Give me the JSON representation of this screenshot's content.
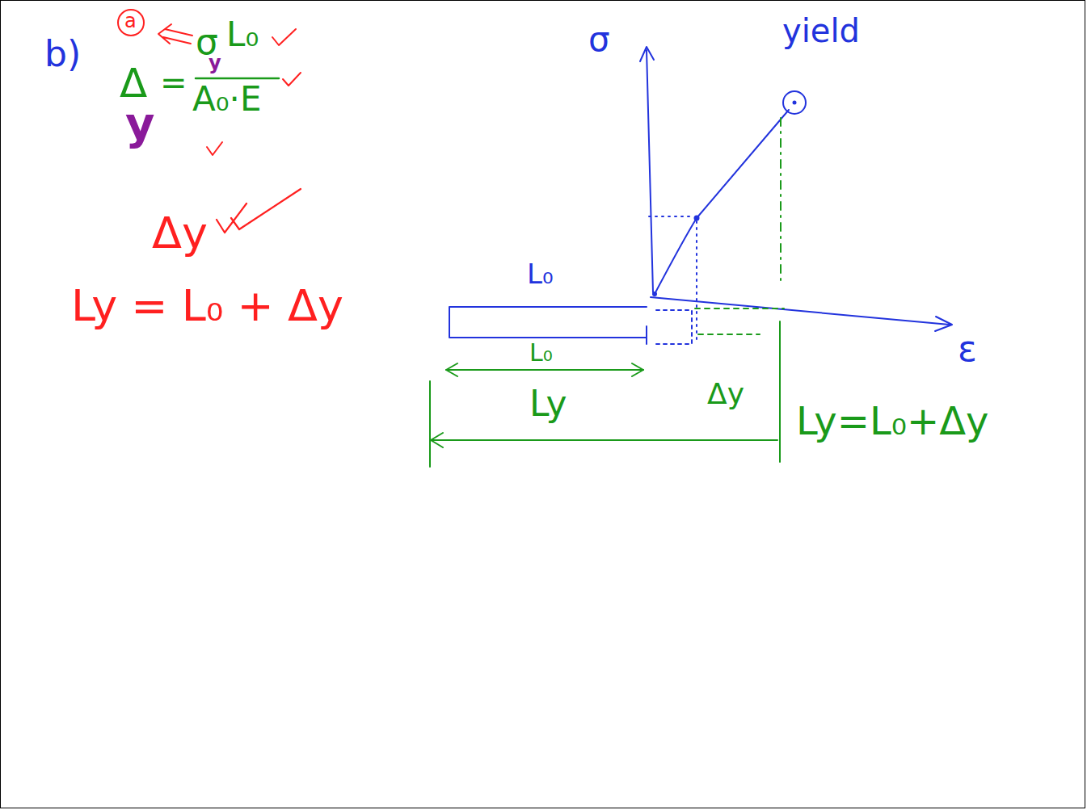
{
  "diagram": {
    "labels": [
      "b)",
      "a",
      "σ",
      "y",
      "L₀",
      "Δ",
      "y",
      "=",
      "A₀·E",
      "Δy",
      "Ly = L₀ + Δy",
      "σ",
      "yield",
      "L₀",
      "ε",
      "L₀",
      "Ly",
      "Δy",
      "Ly=L₀+Δy"
    ]
  }
}
